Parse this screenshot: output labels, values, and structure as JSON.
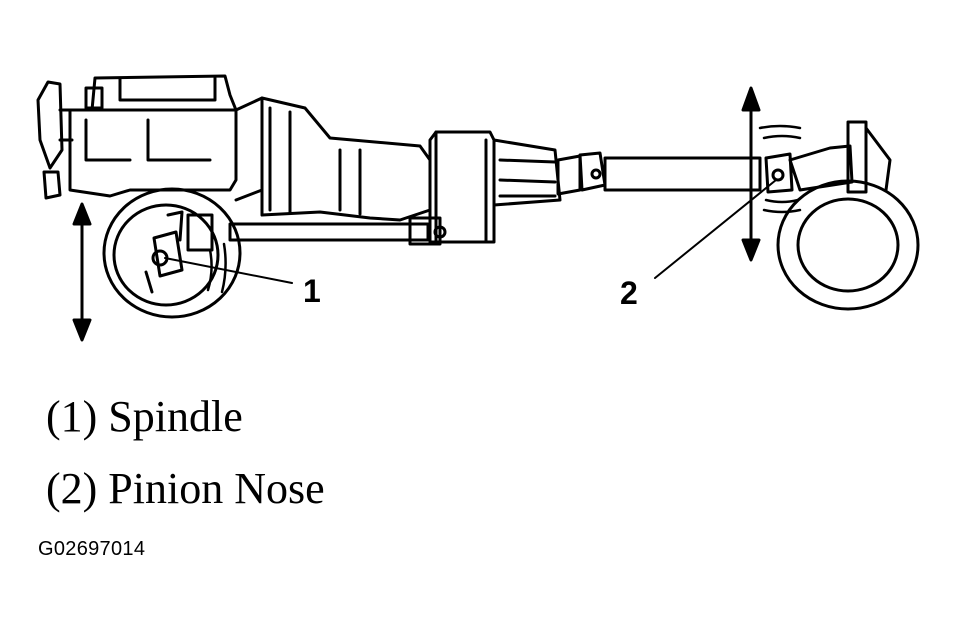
{
  "callouts": {
    "one": "1",
    "two": "2"
  },
  "legend": [
    {
      "label": "(1) Spindle"
    },
    {
      "label": "(2) Pinion Nose"
    }
  ],
  "figure_id": "G02697014",
  "colors": {
    "ink": "#000000",
    "paper": "#ffffff"
  }
}
